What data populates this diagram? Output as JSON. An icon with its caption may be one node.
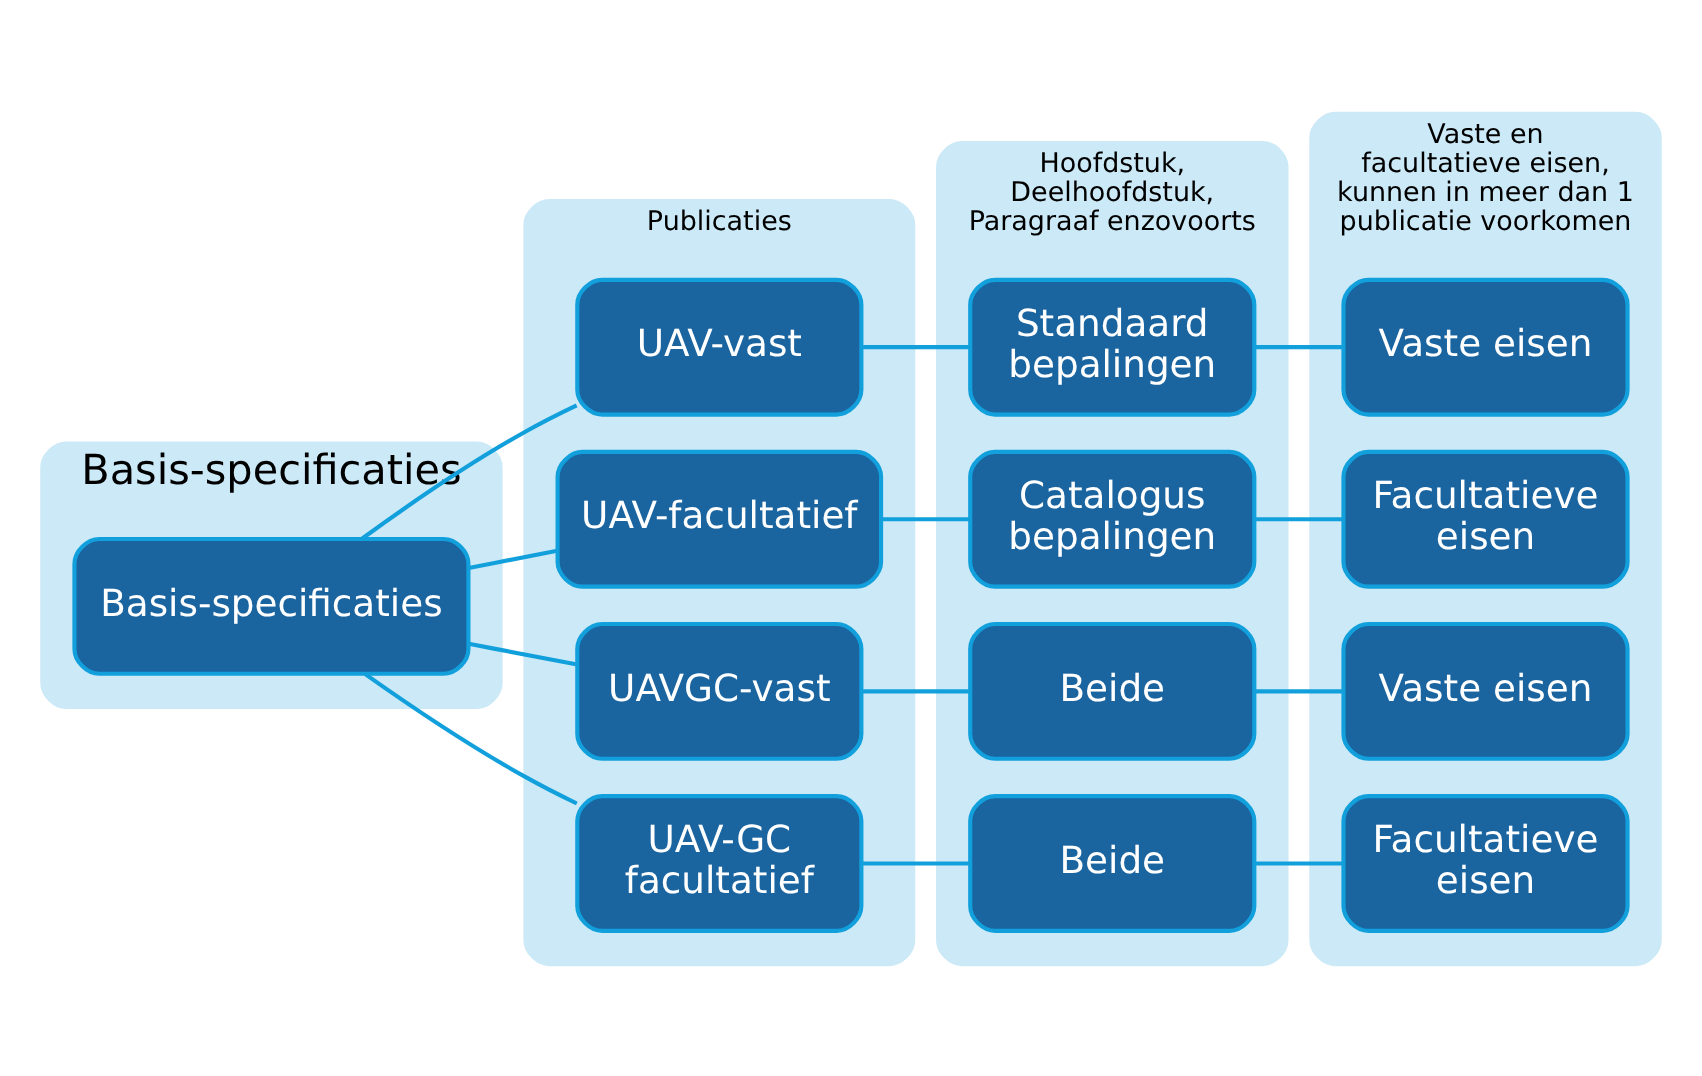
{
  "diagram": {
    "nodes": [
      {
        "text": [
          "Basis-specificaties"
        ]
      },
      {
        "text": [
          "Basis-specificaties"
        ],
        "in": 0
      },
      {
        "text": [
          "Publicaties"
        ]
      },
      {
        "text": [
          "UAV-vast"
        ],
        "in": 2
      },
      {
        "text": [
          "UAV-facultatief"
        ],
        "in": 2
      },
      {
        "text": [
          "UAVGC-vast"
        ],
        "in": 2
      },
      {
        "text": [
          "UAV-GC facultatief"
        ],
        "in": 2
      },
      {
        "text": [
          "Hoofdstuk, Deelhoofdstuk, Paragraaf enzovoorts"
        ]
      },
      {
        "text": [
          "Standaard bepalingen"
        ],
        "in": 7
      },
      {
        "text": [
          "Catalogus bepalingen"
        ],
        "in": 7
      },
      {
        "text": [
          "Beide"
        ],
        "in": 7
      },
      {
        "text": [
          "Beide"
        ],
        "in": 7
      },
      {
        "text": [
          "Vaste en facultatieve eisen, kunnen in meer dan 1 publicatie voorkomen"
        ]
      },
      {
        "text": [
          "Vaste eisen"
        ],
        "in": 12
      },
      {
        "text": [
          "Facultatieve eisen"
        ],
        "in": 12
      },
      {
        "text": [
          "Vaste eisen"
        ],
        "in": 12
      },
      {
        "text": [
          "Facultatieve eisen"
        ],
        "in": 12
      }
    ],
    "edges": [
      {
        "from": 1,
        "to": 3,
        "arrow": "none"
      },
      {
        "from": 1,
        "to": 4,
        "arrow": "none"
      },
      {
        "from": 1,
        "to": 5,
        "arrow": "none"
      },
      {
        "from": 1,
        "to": 6,
        "arrow": "none"
      },
      {
        "from": 3,
        "to": 8,
        "arrow": "none"
      },
      {
        "from": 4,
        "to": 9,
        "arrow": "none"
      },
      {
        "from": 5,
        "to": 10,
        "arrow": "none"
      },
      {
        "from": 6,
        "to": 11,
        "arrow": "none"
      },
      {
        "from": 8,
        "to": 13,
        "arrow": "none"
      },
      {
        "from": 9,
        "to": 14,
        "arrow": "none"
      },
      {
        "from": 10,
        "to": 15,
        "arrow": "none"
      },
      {
        "from": 11,
        "to": 16,
        "arrow": "none"
      }
    ]
  }
}
